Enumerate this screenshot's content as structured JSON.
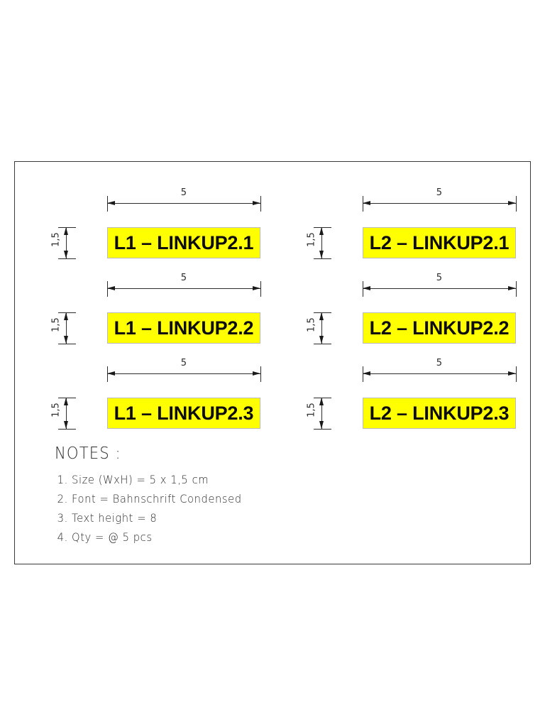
{
  "sheet": {
    "background": "#ffffff",
    "frame_color": "#3a3a3a",
    "sticker_color": "#FFFF00",
    "text_color": "#0d0d0d"
  },
  "labels": [
    {
      "id": "l1-linkup2-1",
      "text": "L1 – LINKUP2.1",
      "width_dim": "5",
      "height_dim": "1,5",
      "column": "left",
      "row": 1
    },
    {
      "id": "l2-linkup2-1",
      "text": "L2 – LINKUP2.1",
      "width_dim": "5",
      "height_dim": "1,5",
      "column": "right",
      "row": 1
    },
    {
      "id": "l1-linkup2-2",
      "text": "L1 – LINKUP2.2",
      "width_dim": "5",
      "height_dim": "1,5",
      "column": "left",
      "row": 2
    },
    {
      "id": "l2-linkup2-2",
      "text": "L2 – LINKUP2.2",
      "width_dim": "5",
      "height_dim": "1,5",
      "column": "right",
      "row": 2
    },
    {
      "id": "l1-linkup2-3",
      "text": "L1 – LINKUP2.3",
      "width_dim": "5",
      "height_dim": "1,5",
      "column": "left",
      "row": 3
    },
    {
      "id": "l2-linkup2-3",
      "text": "L2 – LINKUP2.3",
      "width_dim": "5",
      "height_dim": "1,5",
      "column": "right",
      "row": 3
    }
  ],
  "notes": {
    "title": "NOTES :",
    "items": [
      "1. Size (WxH) = 5 x 1,5 cm",
      "2. Font = Bahnschrift Condensed",
      "3. Text height = 8",
      "4. Qty = @ 5 pcs"
    ]
  }
}
